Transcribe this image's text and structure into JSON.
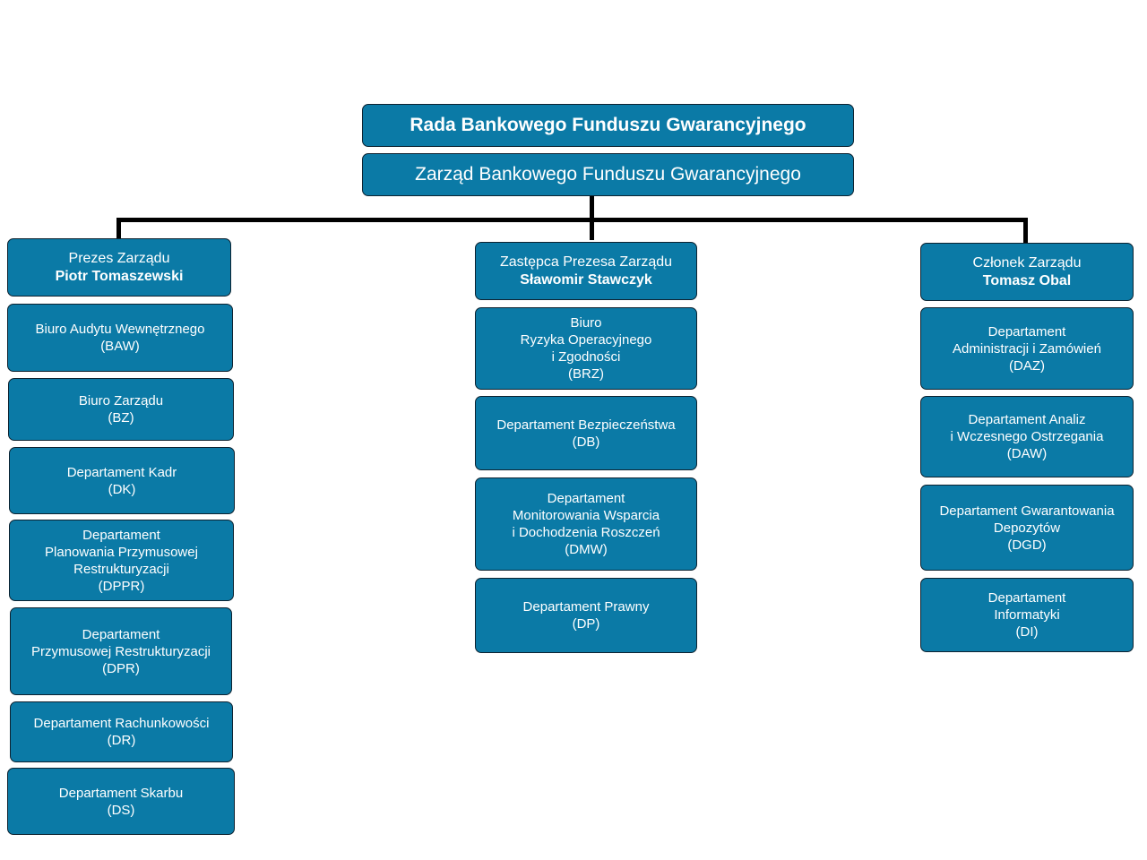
{
  "board": "Rada Bankowego Funduszu Gwarancyjnego",
  "management": "Zarząd Bankowego Funduszu Gwarancyjnego",
  "president": {
    "role": "Prezes Zarządu",
    "name": "Piotr Tomaszewski",
    "units": [
      {
        "lines": [
          "Biuro Audytu Wewnętrznego",
          "(BAW)"
        ]
      },
      {
        "lines": [
          "Biuro Zarządu",
          "(BZ)"
        ]
      },
      {
        "lines": [
          "Departament Kadr",
          "(DK)"
        ]
      },
      {
        "lines": [
          "Departament",
          "Planowania Przymusowej",
          "Restrukturyzacji",
          "(DPPR)"
        ]
      },
      {
        "lines": [
          "Departament",
          "Przymusowej Restrukturyzacji",
          "(DPR)"
        ]
      },
      {
        "lines": [
          "Departament Rachunkowości",
          "(DR)"
        ]
      },
      {
        "lines": [
          "Departament Skarbu",
          "(DS)"
        ]
      }
    ]
  },
  "deputy": {
    "role": "Zastępca Prezesa Zarządu",
    "name": "Sławomir Stawczyk",
    "units": [
      {
        "lines": [
          "Biuro",
          "Ryzyka Operacyjnego",
          "i Zgodności",
          "(BRZ)"
        ]
      },
      {
        "lines": [
          "Departament Bezpieczeństwa",
          "(DB)"
        ]
      },
      {
        "lines": [
          "Departament",
          "Monitorowania Wsparcia",
          "i Dochodzenia Roszczeń",
          "(DMW)"
        ]
      },
      {
        "lines": [
          "Departament Prawny",
          "(DP)"
        ]
      }
    ]
  },
  "member": {
    "role": "Członek Zarządu",
    "name": "Tomasz Obal",
    "units": [
      {
        "lines": [
          "Departament",
          "Administracji i Zamówień",
          "(DAZ)"
        ]
      },
      {
        "lines": [
          "Departament Analiz",
          "i Wczesnego Ostrzegania",
          "(DAW)"
        ]
      },
      {
        "lines": [
          "Departament Gwarantowania",
          "Depozytów",
          "(DGD)"
        ]
      },
      {
        "lines": [
          "Departament",
          "Informatyki",
          "(DI)"
        ]
      }
    ]
  },
  "colors": {
    "box_fill": "#0b7aa6",
    "box_border": "#0d2230",
    "connector": "#000000",
    "text": "#ffffff"
  }
}
